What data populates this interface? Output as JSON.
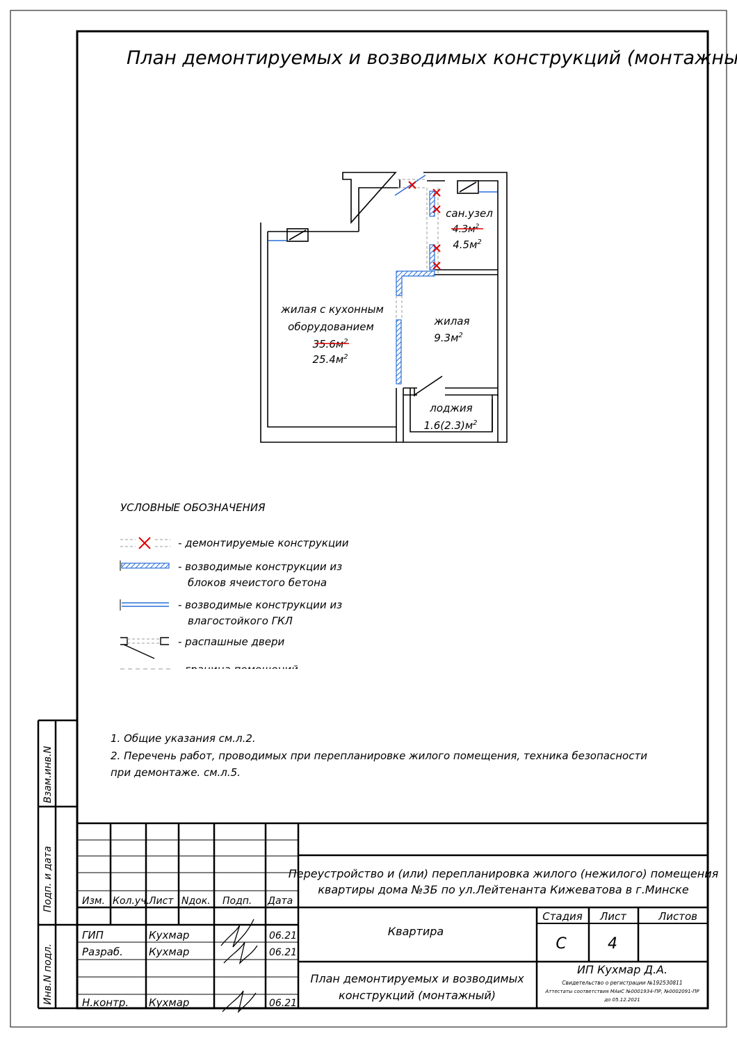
{
  "title": "План  демонтируемых  и  возводимых  конструкций  (монтажный)",
  "rooms": {
    "living_kitchen": {
      "line1": "жилая с кухонным",
      "line2": "оборудованием",
      "old_area": "35.6м",
      "new_area": "25.4м",
      "sup": "2"
    },
    "bedroom": {
      "line1": "жилая",
      "area": "9.3м",
      "sup": "2"
    },
    "bathroom": {
      "line1": "сан.узел",
      "old_area": "4.3м",
      "new_area": "4.5м",
      "sup": "2"
    },
    "loggia": {
      "line1": "лоджия",
      "area": "1.6(2.3)м",
      "sup": "2"
    }
  },
  "legend": {
    "heading": "УСЛОВНЫЕ ОБОЗНАЧЕНИЯ",
    "items": [
      {
        "line1": "- демонтируемые конструкции",
        "line2": ""
      },
      {
        "line1": "- возводимые конструкции из",
        "line2": "блоков ячеистого бетона"
      },
      {
        "line1": "- возводимые конструкции из",
        "line2": "влагостойкого ГКЛ"
      },
      {
        "line1": "- распашные двери",
        "line2": ""
      },
      {
        "line1": "- граница помещений",
        "line2": ""
      }
    ]
  },
  "notes": [
    "1. Общие указания см.л.2.",
    "2. Перечень работ, проводимых при перепланировке жилого помещения, техника безопасности",
    "при демонтаже. см.л.5."
  ],
  "side_stamp": {
    "vzam": "Взам.инв.N",
    "podp": "Подп. и дата",
    "inv": "Инв.N подл."
  },
  "title_block": {
    "headers": {
      "izm": "Изм.",
      "kolch": "Кол.уч.",
      "list": "Лист",
      "ndok": "Nдок.",
      "podp": "Подп.",
      "data": "Дата"
    },
    "people": [
      {
        "role": "ГИП",
        "name": "Кухмар",
        "date": "06.21"
      },
      {
        "role": "Разраб.",
        "name": "Кухмар",
        "date": "06.21"
      },
      {
        "role": "Н.контр.",
        "name": "Кухмар",
        "date": "06.21"
      }
    ],
    "project_line1": "Переустройство и (или) перепланировка жилого (нежилого) помещения",
    "project_line2": "квартиры дома №3Б по ул.Лейтенанта Кижеватова в г.Минске",
    "object": "Квартира",
    "sheet_title_line1": "План демонтируемых и возводимых",
    "sheet_title_line2": "конструкций (монтажный)",
    "stage_header": "Стадия",
    "sheet_header": "Лист",
    "sheets_header": "Листов",
    "stage": "С",
    "sheet": "4",
    "sheets": "",
    "company": "ИП Кухмар Д.А.",
    "company_line2": "Свидетельство о регистрации №192530811",
    "company_line3": "Аттестаты соответствия МАиС №0001934-ПР, №0002091-ПР",
    "company_line4": "до 05.12.2021"
  },
  "colors": {
    "wall": "#000000",
    "new_block": "#2a6fd6",
    "demolish": "#e00000"
  }
}
